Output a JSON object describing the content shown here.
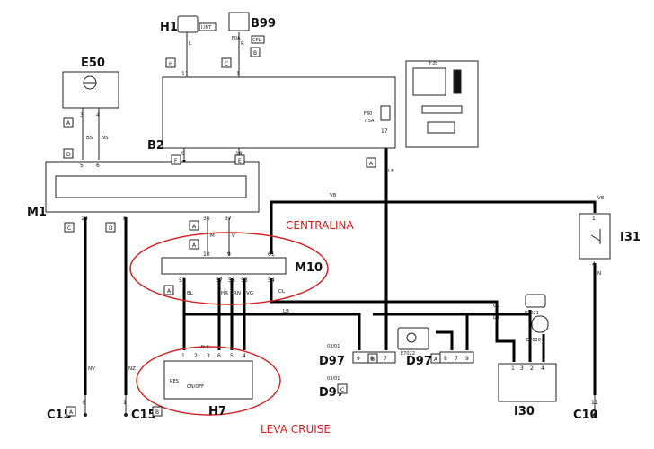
{
  "labels": {
    "h1": "H1",
    "b99": "B99",
    "e50": "E50",
    "b2": "B2",
    "m1": "M1",
    "m10": "M10",
    "i31": "I31",
    "h7": "H7",
    "d97_b": "D97",
    "d97_a": "D97",
    "d97_c": "D97",
    "i30": "I30",
    "c15_a": "C15",
    "c15_b": "C15",
    "c10": "C10"
  },
  "annotations": {
    "centralina": "CENTRALINA",
    "leva_cruise": "LEVA CRUISE",
    "fuse_code": "F30",
    "fuse_rating": "7.5A",
    "h1_tag": "I.INT",
    "b99_tag": "CPL",
    "b99_fuse": "F0A",
    "fuse_box_code": "F35",
    "e7022": "E7022",
    "e7020": "E7020",
    "e2021": "E2021",
    "d97_code_b": "03/01",
    "d97_code_c": "03/01",
    "nc": "N.C.",
    "res": "RES",
    "onoff": "ON/OFF"
  },
  "connectors": {
    "h": "H",
    "c": "C",
    "b": "B",
    "a": "A",
    "d": "D",
    "f": "F",
    "e": "E"
  },
  "wires": {
    "bs": "BS",
    "ns": "NS",
    "v8": "V8",
    "lb": "LB",
    "m": "M",
    "v": "V",
    "bl": "BL",
    "hr": "HR",
    "rn": "RN",
    "vg": "VG",
    "cl": "CL",
    "nv": "NV",
    "nz": "NZ",
    "n": "N",
    "l": "L",
    "r": "R"
  },
  "pins": {
    "p1": "1",
    "p2": "2",
    "p3": "3",
    "p4": "4",
    "p5": "5",
    "p6": "6",
    "p7": "7",
    "p8": "8",
    "p9": "9",
    "p10": "10",
    "p11": "11",
    "p17": "17",
    "p18": "18",
    "p36": "36",
    "p37": "37",
    "p53": "53",
    "p54": "54",
    "p55": "55",
    "p56": "56",
    "p57": "57",
    "p61": "61"
  }
}
